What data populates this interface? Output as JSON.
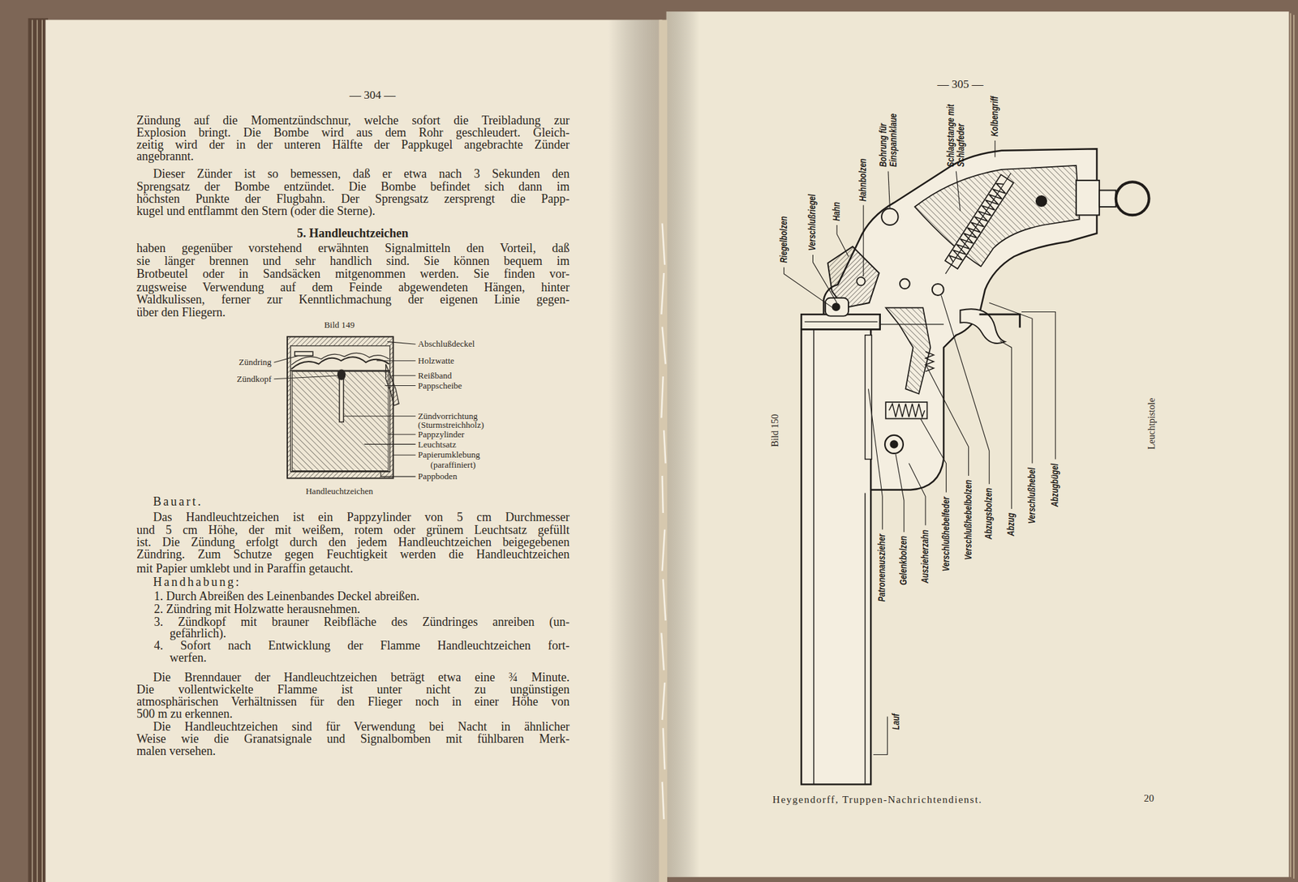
{
  "diagram": {
    "labels": [
      "— 304 —",
      "Zündung auf die Momentzündschnur, welche sofort die Treibladung zur",
      "Explosion bringt. Die Bombe wird aus dem Rohr geschleudert. Gleich-",
      "zeitig wird der in der unteren Hälfte der Pappkugel angebrachte Zünder",
      "angebrannt.",
      "Dieser Zünder ist so bemessen, daß er etwa nach 3 Sekunden den",
      "Sprengsatz der Bombe entzündet. Die Bombe befindet sich dann im",
      "höchsten Punkte der Flugbahn. Der Sprengsatz zersprengt die Papp-",
      "kugel und entflammt den Stern (oder die Sterne).",
      "5. Handleuchtzeichen",
      "haben gegenüber vorstehend erwähnten Signalmitteln den Vorteil, daß",
      "sie länger brennen und sehr handlich sind. Sie können bequem im",
      "Brotbeutel oder in Sandsäcken mitgenommen werden. Sie finden vor-",
      "zugsweise Verwendung auf dem Feinde abgewendeten Hängen, hinter",
      "Waldkulissen, ferner zur Kenntlichmachung der eigenen Linie gegen-",
      "über den Fliegern.",
      "Bild 149",
      "Abschlußdeckel",
      "Zündring",
      "Holzwatte",
      "Zündkopf",
      "Reißband",
      "Pappscheibe",
      "Zündvorrichtung",
      "(Sturmstreichholz)",
      "Pappzylinder",
      "Leuchtsatz",
      "Papierumklebung",
      "(paraffiniert)",
      "Pappboden",
      "Handleuchtzeichen",
      "Bauart.",
      "Das Handleuchtzeichen ist ein Pappzylinder von 5 cm Durchmesser",
      "und 5 cm Höhe, der mit weißem, rotem oder grünem Leuchtsatz gefüllt",
      "ist. Die Zündung erfolgt durch den jedem Handleuchtzeichen beigegebenen",
      "Zündring. Zum Schutze gegen Feuchtigkeit werden die Handleuchtzeichen",
      "mit Papier umklebt und in Paraffin getaucht.",
      "Handhabung:",
      "1. Durch Abreißen des Leinenbandes Deckel abreißen.",
      "2. Zündring mit Holzwatte herausnehmen.",
      "3. Zündkopf mit brauner Reibfläche des Zündringes anreiben (un-",
      "gefährlich).",
      "4. Sofort nach Entwicklung der Flamme Handleuchtzeichen fort-",
      "werfen.",
      "Die Brenndauer der Handleuchtzeichen beträgt etwa eine ¾ Minute.",
      "Die vollentwickelte Flamme ist unter nicht zu ungünstigen",
      "atmosphärischen Verhältnissen für den Flieger noch in einer Höhe von",
      "500 m zu erkennen.",
      "Die Handleuchtzeichen sind für Verwendung bei Nacht in ähnlicher",
      "Weise wie die Granatsignale und Signalbomben mit fühlbaren Merk-",
      "malen versehen.",
      "— 305 —",
      "Riegelbolzen",
      "Verschlußriegel",
      "Hahn",
      "Hahnbolzen",
      "Bohrung für Einspannklaue",
      "Schlagstange mit Schlagfeder",
      "Kolbengriff",
      "Bild 150",
      "Leuchtpistole",
      "Patronenauszieher",
      "Gelenkbolzen",
      "Auszieherzahn",
      "Verschlußhebelfeder",
      "Verschlußhebelbolzen",
      "Abzugsbolzen",
      "Abzug",
      "Verschlußhebel",
      "Abzugbügel",
      "Lauf",
      "Heygendorff, Truppen-Nachrichtendienst.",
      "20"
    ]
  }
}
